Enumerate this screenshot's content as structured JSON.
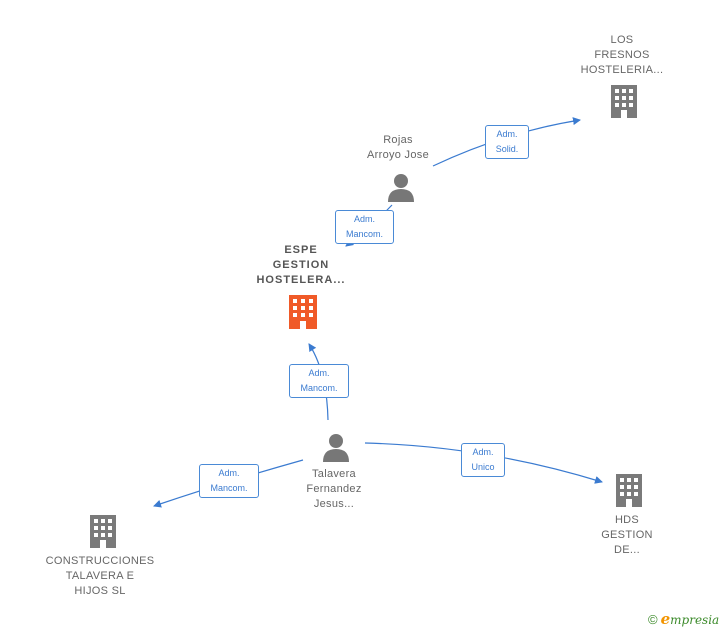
{
  "colors": {
    "edge": "#3b7bd0",
    "building_default": "#7a7a7a",
    "building_focus": "#f05a28",
    "person": "#777777"
  },
  "nodes": {
    "los_fresnos": {
      "type": "company",
      "icon": "building-icon",
      "lines": [
        "LOS",
        "FRESNOS",
        "HOSTELERIA..."
      ]
    },
    "rojas": {
      "type": "person",
      "icon": "person-icon",
      "lines": [
        "Rojas",
        "Arroyo Jose"
      ]
    },
    "espe": {
      "type": "company-focus",
      "icon": "building-icon",
      "lines": [
        "ESPE",
        "GESTION",
        "HOSTELERA..."
      ]
    },
    "talavera": {
      "type": "person",
      "icon": "person-icon",
      "lines": [
        "Talavera",
        "Fernandez",
        "Jesus..."
      ]
    },
    "construcciones": {
      "type": "company",
      "icon": "building-icon",
      "lines": [
        "CONSTRUCCIONES",
        "TALAVERA E",
        "HIJOS  SL"
      ]
    },
    "hds": {
      "type": "company",
      "icon": "building-icon",
      "lines": [
        "HDS",
        "GESTION",
        "DE..."
      ]
    }
  },
  "edges": {
    "rojas_losfresnos": {
      "lines": [
        "Adm.",
        "Solid."
      ]
    },
    "rojas_espe": {
      "lines": [
        "Adm.",
        "Mancom."
      ]
    },
    "talavera_espe": {
      "lines": [
        "Adm.",
        "Mancom."
      ]
    },
    "talavera_construcciones": {
      "lines": [
        "Adm.",
        "Mancom."
      ]
    },
    "talavera_hds": {
      "lines": [
        "Adm.",
        "Unico"
      ]
    }
  },
  "brand": {
    "copyright": "©",
    "e": "e",
    "word": "mpresia"
  }
}
